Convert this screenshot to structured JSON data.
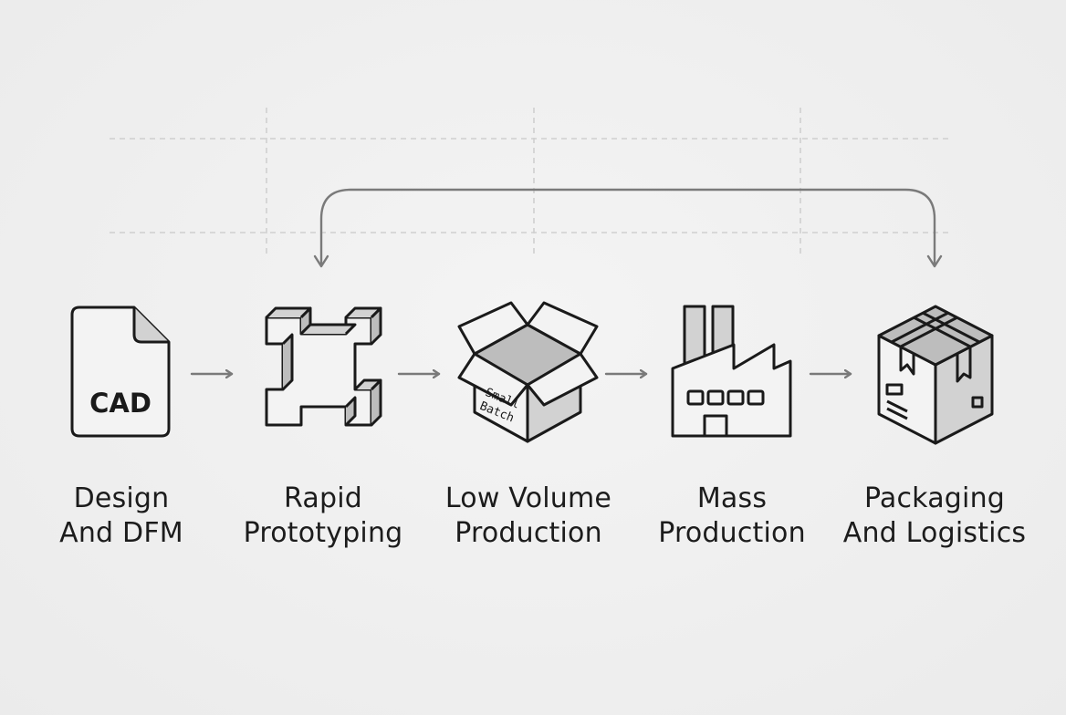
{
  "stages": [
    {
      "id": "design",
      "icon": "cad-file-icon",
      "line1": "Design",
      "line2": "And DFM"
    },
    {
      "id": "prototyping",
      "icon": "prototype-part-icon",
      "line1": "Rapid",
      "line2": "Prototyping"
    },
    {
      "id": "low-volume",
      "icon": "open-box-icon",
      "line1": "Low Volume",
      "line2": "Production"
    },
    {
      "id": "mass",
      "icon": "factory-icon",
      "line1": "Mass",
      "line2": "Production"
    },
    {
      "id": "packaging",
      "icon": "package-icon",
      "line1": "Packaging",
      "line2": "And Logistics"
    }
  ],
  "icon_text": {
    "cad": "CAD",
    "box_line1": "Small",
    "box_line2": "Batch"
  },
  "colors": {
    "ink": "#1a1a1a",
    "arrow": "#7a7a7a",
    "grid": "#cfcfcf",
    "shade": "#d2d2d2",
    "fill": "#f3f3f3"
  }
}
